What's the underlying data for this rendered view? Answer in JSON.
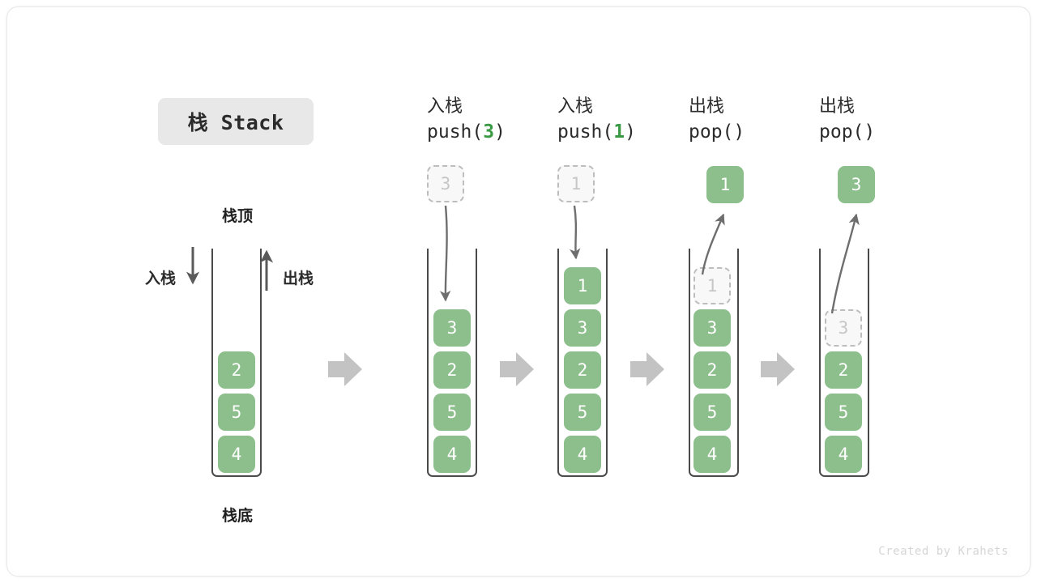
{
  "figure": {
    "title_badge": "栈 Stack",
    "watermark": "Created by Krahets",
    "colors": {
      "element_fill": "#8cbf8c",
      "element_text": "#ffffff",
      "ghost_fill": "#f8f8f8",
      "ghost_text": "#c6c6c6",
      "ghost_border": "#bdbdbd",
      "container_border": "#4a4a4a",
      "flow_arrow": "#c3c3c3",
      "motion_arrow": "#6e6e6e",
      "accent_green_text": "#3a9a44",
      "badge_bg": "#e8e8e8"
    }
  },
  "base_stack": {
    "top_label": "栈顶",
    "bottom_label": "栈底",
    "push_label": "入栈",
    "pop_label": "出栈",
    "elements": [
      "2",
      "5",
      "4"
    ]
  },
  "stages": [
    {
      "id": "push-3",
      "op_cn": "入栈",
      "op_code_prefix": "push(",
      "op_code_arg": "3",
      "op_code_suffix": ")",
      "incoming_value": "3",
      "elements": [
        "3",
        "2",
        "5",
        "4"
      ],
      "ghost_index": -1,
      "popped_value": null
    },
    {
      "id": "push-1",
      "op_cn": "入栈",
      "op_code_prefix": "push(",
      "op_code_arg": "1",
      "op_code_suffix": ")",
      "incoming_value": "1",
      "elements": [
        "1",
        "3",
        "2",
        "5",
        "4"
      ],
      "ghost_index": -1,
      "popped_value": null
    },
    {
      "id": "pop-1",
      "op_cn": "出栈",
      "op_code_prefix": "pop(",
      "op_code_arg": "",
      "op_code_suffix": ")",
      "incoming_value": null,
      "elements": [
        "1",
        "3",
        "2",
        "5",
        "4"
      ],
      "ghost_index": 0,
      "popped_value": "1"
    },
    {
      "id": "pop-3",
      "op_cn": "出栈",
      "op_code_prefix": "pop(",
      "op_code_arg": "",
      "op_code_suffix": ")",
      "incoming_value": null,
      "elements": [
        "3",
        "2",
        "5",
        "4"
      ],
      "ghost_index": 0,
      "popped_value": "3"
    }
  ],
  "cells": {
    "base": {
      "c0": "2",
      "c1": "5",
      "c2": "4"
    },
    "push3": {
      "ghost": "3",
      "c0": "3",
      "c1": "2",
      "c2": "5",
      "c3": "4"
    },
    "push1": {
      "ghost": "1",
      "c0": "1",
      "c1": "3",
      "c2": "2",
      "c3": "5",
      "c4": "4"
    },
    "pop1": {
      "popped": "1",
      "c0": "1",
      "c1": "3",
      "c2": "2",
      "c3": "5",
      "c4": "4"
    },
    "pop3": {
      "popped": "3",
      "c0": "3",
      "c1": "2",
      "c2": "5",
      "c3": "4"
    }
  }
}
